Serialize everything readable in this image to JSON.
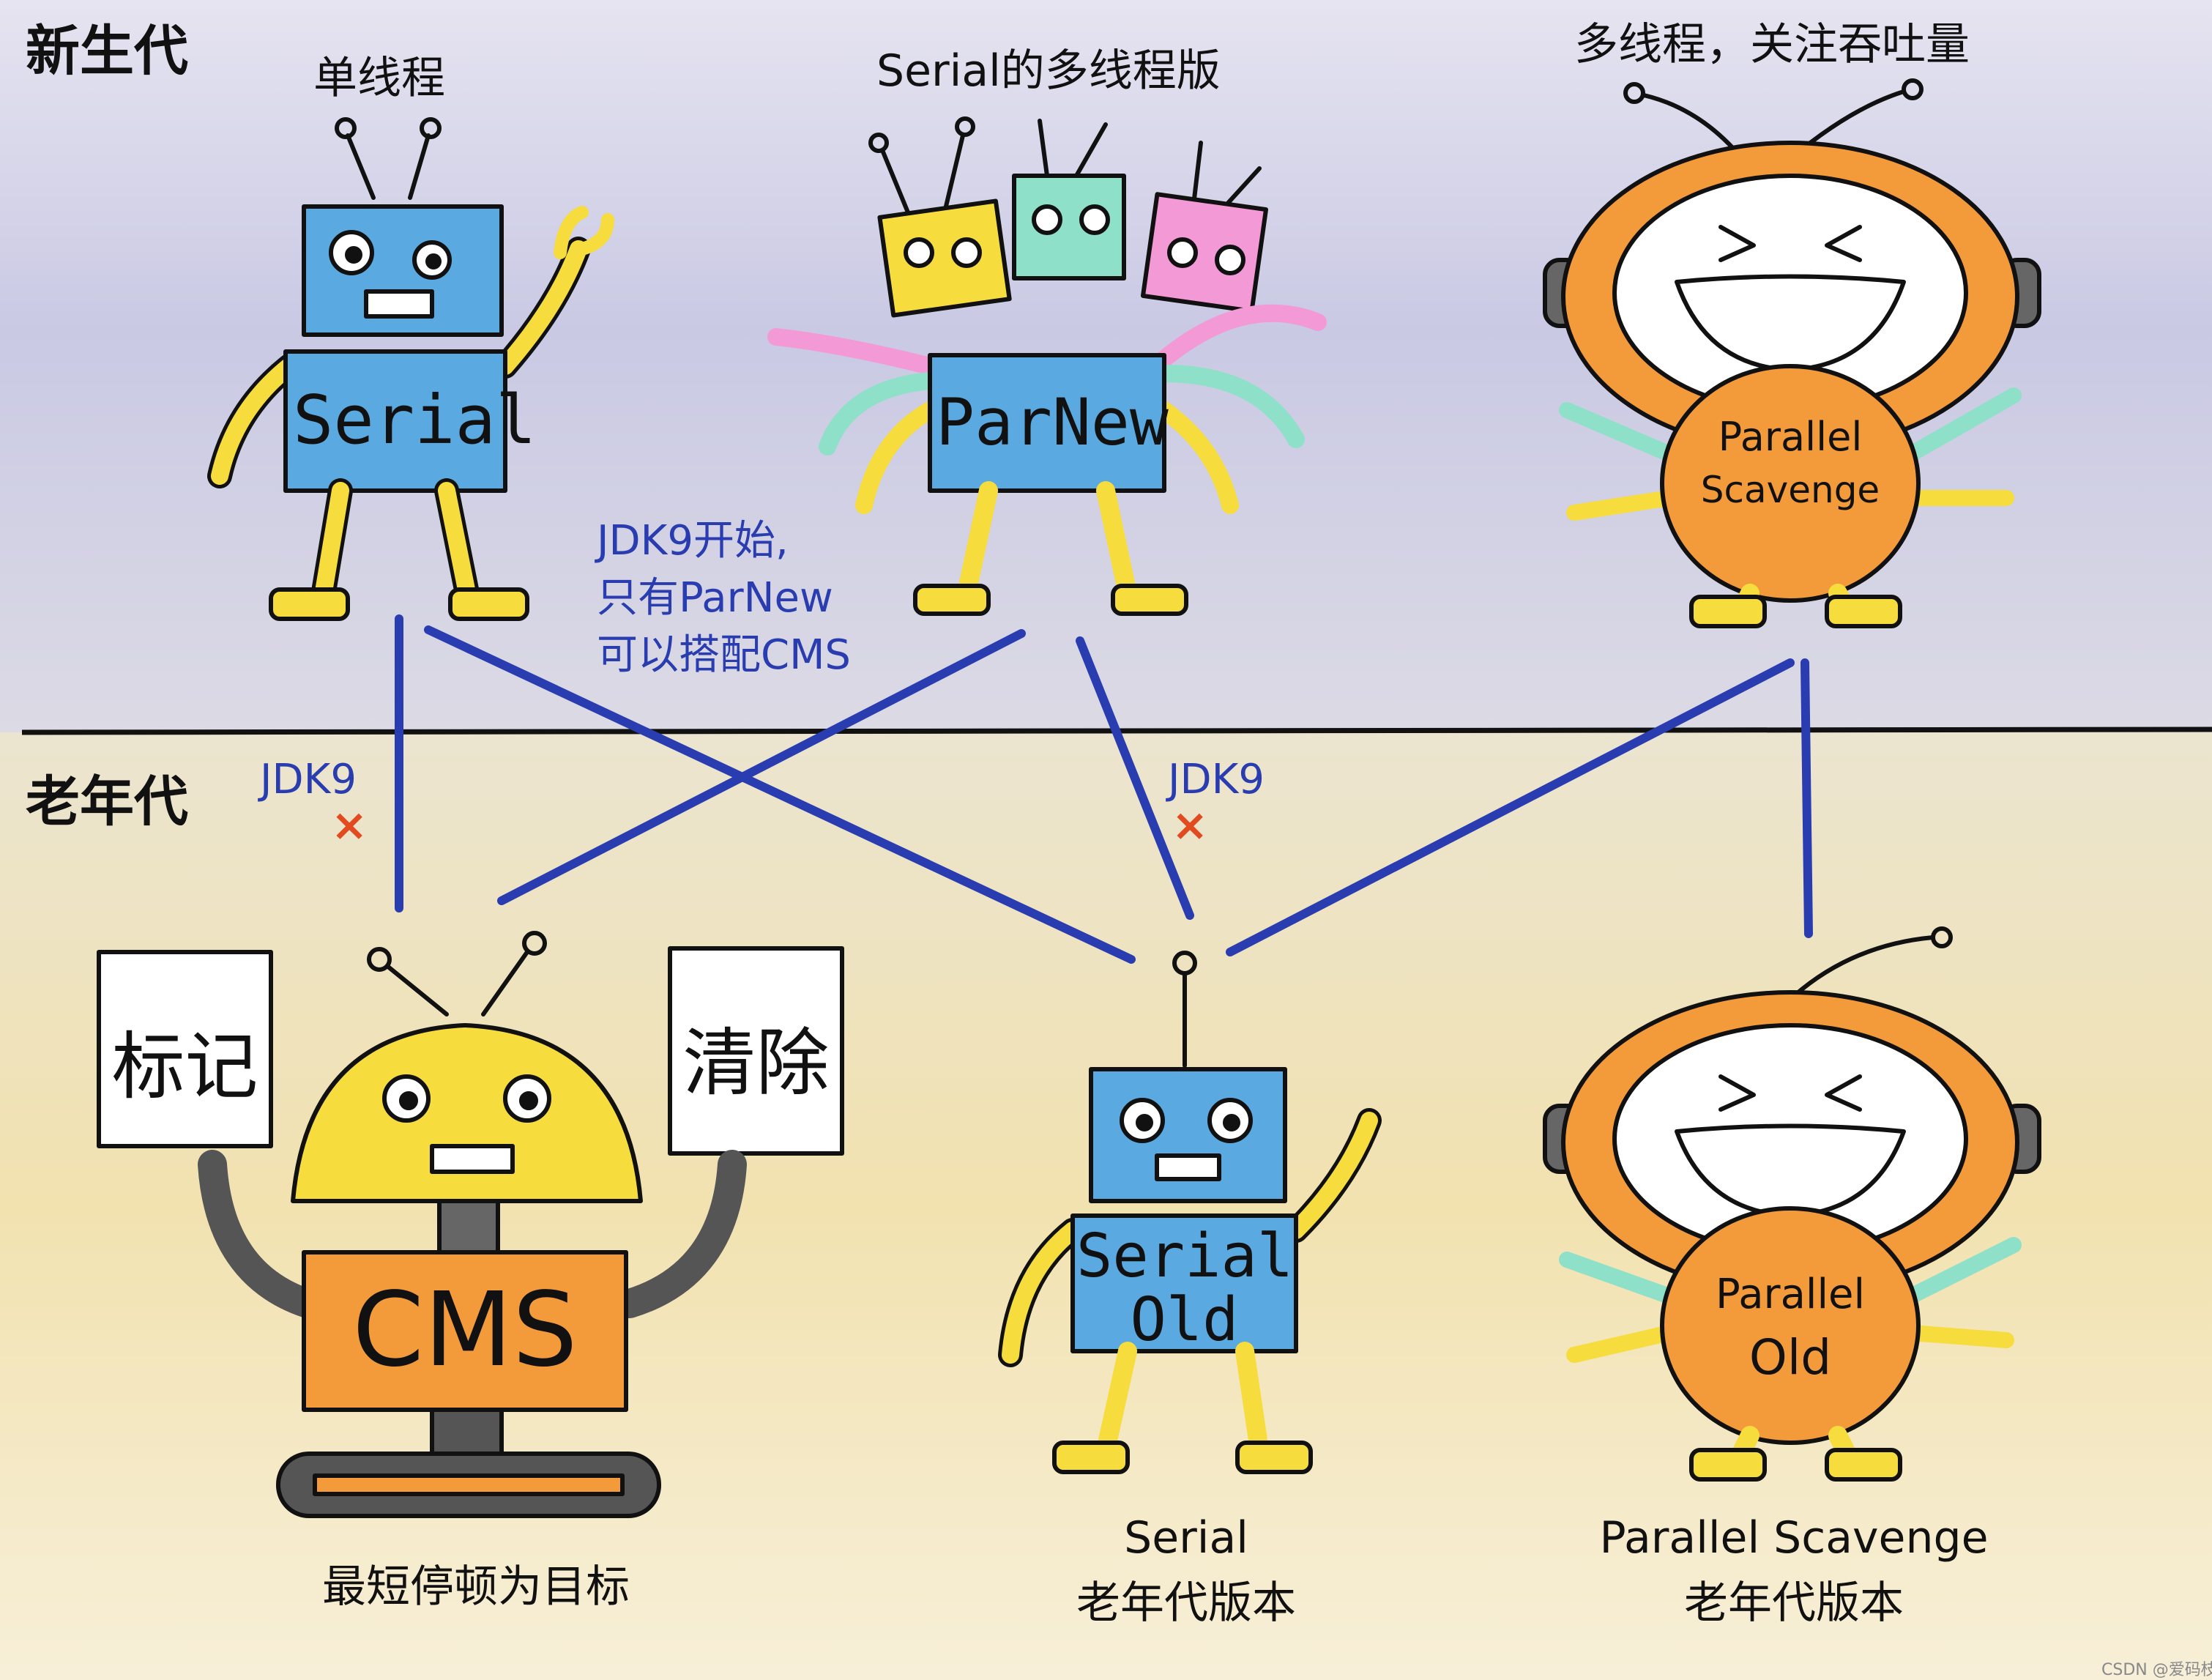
{
  "sections": {
    "young_label": "新生代",
    "old_label": "老年代"
  },
  "young_collectors": [
    {
      "name": "Serial",
      "caption": "单线程"
    },
    {
      "name": "ParNew",
      "caption": "Serial的多线程版"
    },
    {
      "name_line1": "Parallel",
      "name_line2": "Scavenge",
      "caption": "多线程，关注吞吐量"
    }
  ],
  "old_collectors": [
    {
      "name": "CMS",
      "sign_left": "标记",
      "sign_right": "清除",
      "caption": "最短停顿为目标"
    },
    {
      "name_line1": "Serial",
      "name_line2": "Old",
      "caption_line1": "Serial",
      "caption_line2": "老年代版本"
    },
    {
      "name_line1": "Parallel",
      "name_line2": "Old",
      "caption_line1": "Parallel Scavenge",
      "caption_line2": "老年代版本"
    }
  ],
  "annotations": {
    "parnew_cms_note": [
      "JDK9开始,",
      "只有ParNew",
      "可以搭配CMS"
    ],
    "deprecated_left": "JDK9",
    "deprecated_middle": "JDK9",
    "cross_mark": "×"
  },
  "watermark": "CSDN @爱码枝",
  "colors": {
    "line": "#2a3db0",
    "robot_blue": "#5aa9e0",
    "robot_orange": "#f39a3a",
    "robot_yellow": "#f6dc3c",
    "cross": "#e24a1f"
  }
}
